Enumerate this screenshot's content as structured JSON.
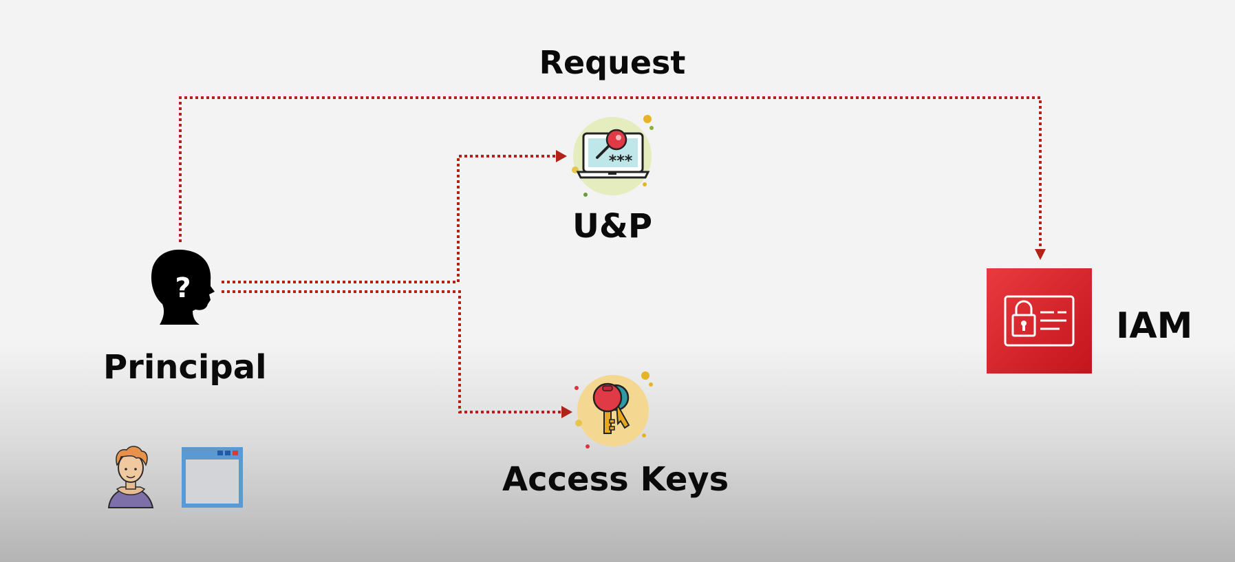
{
  "labels": {
    "request": "Request",
    "username_password": "U&P",
    "principal": "Principal",
    "access_keys": "Access Keys",
    "iam": "IAM"
  },
  "icons": {
    "principal": "unknown-person-head-icon",
    "username_password": "laptop-key-password-icon",
    "access_keys": "keys-icon",
    "iam": "iam-id-card-lock-icon",
    "user": "user-avatar-icon",
    "application": "application-window-icon"
  },
  "colors": {
    "connector": "#b02318",
    "iam_red": "#d72b30",
    "background": "#f3f3f3"
  },
  "password_mask": "***"
}
